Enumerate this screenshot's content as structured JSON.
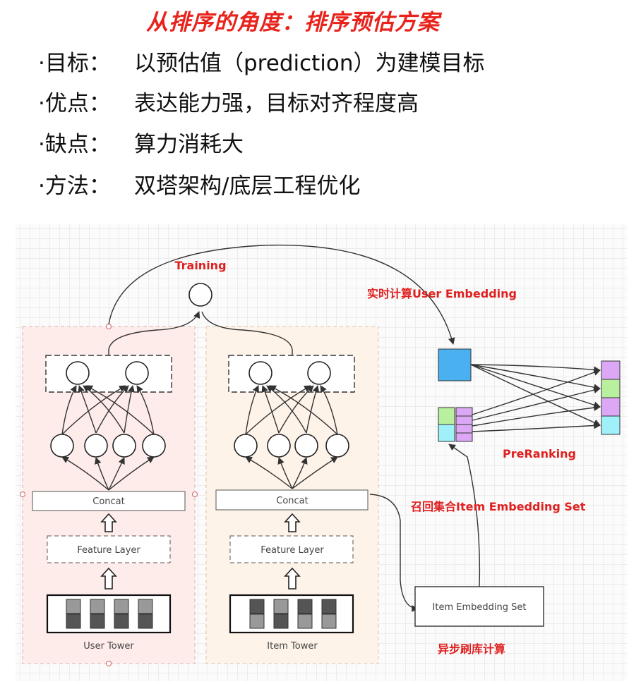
{
  "title": "从排序的角度：排序预估方案",
  "bullets": [
    {
      "key": "·目标：",
      "value": "以预估值（prediction）为建模目标"
    },
    {
      "key": "·优点：",
      "value": "表达能力强，目标对齐程度高"
    },
    {
      "key": "·缺点：",
      "value": "算力消耗大"
    },
    {
      "key": "·方法：",
      "value": "双塔架构/底层工程优化"
    }
  ],
  "diagram": {
    "training_label": "Training",
    "realtime_label": "实时计算User Embedding",
    "preranking_label": "PreRanking",
    "recall_label": "召回集合Item Embedding Set",
    "async_label": "异步刷库计算",
    "left_tower": {
      "concat": "Concat",
      "feature": "Feature Layer",
      "name": "User Tower"
    },
    "right_tower": {
      "concat": "Concat",
      "feature": "Feature Layer",
      "name": "Item Tower"
    },
    "item_set_label": "Item Embedding Set",
    "colors": {
      "red": "#e02020",
      "user_tower_bg": "#fdecea",
      "item_tower_bg": "#fdf3e8",
      "user_emb": "#4ab0f0",
      "cyan": "#9ff0f8",
      "green": "#b8f0a0",
      "violet": "#dca8f5"
    }
  }
}
